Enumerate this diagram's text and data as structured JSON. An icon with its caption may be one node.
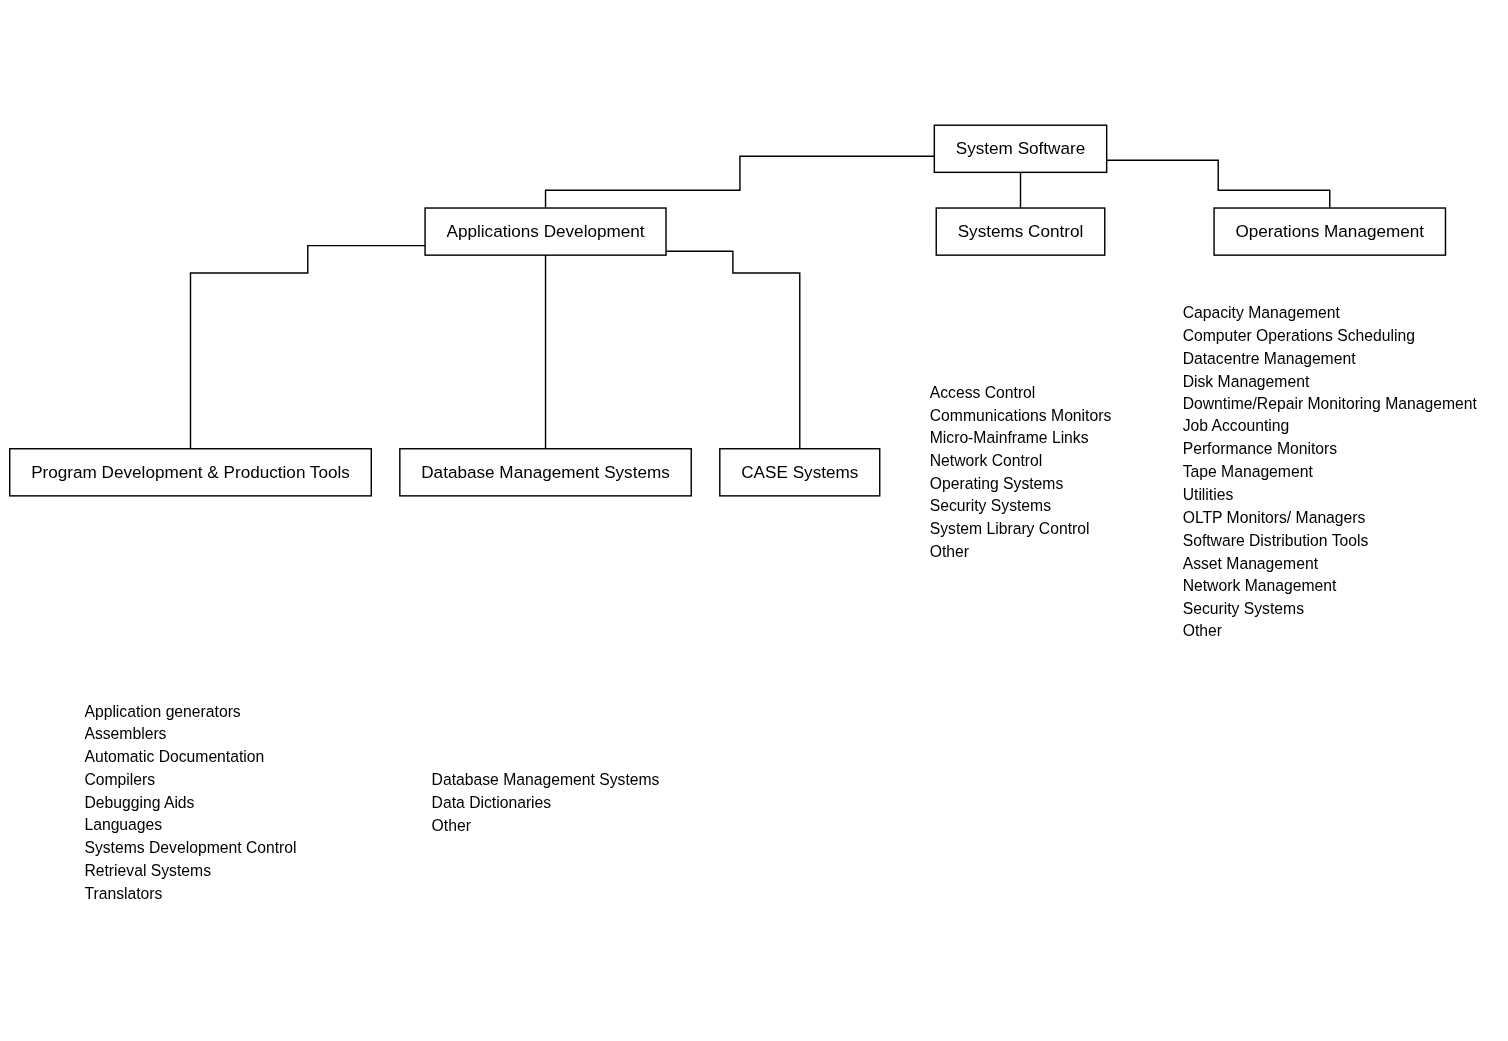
{
  "diagram": {
    "nodes": [
      {
        "text": [
          "System Software"
        ]
      },
      {
        "text": [
          "Systems Control"
        ],
        "beside": [
          "Access Control",
          "Communications Monitors",
          "Micro-Mainframe Links",
          "Network Control",
          "Operating Systems",
          "Security Systems",
          "System Library Control",
          "Other"
        ]
      },
      {
        "text": [
          "Operations Management"
        ],
        "beside": [
          "Capacity Management",
          "Computer Operations Scheduling",
          "Datacentre Management",
          "Disk Management",
          "Downtime/Repair Monitoring Management",
          "Job Accounting",
          "Performance Monitors",
          "Tape Management",
          "Utilities",
          "OLTP Monitors/ Managers",
          "Software Distribution Tools",
          "Asset Management",
          "Network Management",
          "Security Systems",
          "Other"
        ]
      },
      {
        "text": [
          "Applications Development"
        ]
      },
      {
        "text": [
          "Program Development & Production Tools"
        ],
        "beside": [
          "Application generators",
          "Assemblers",
          "Automatic Documentation",
          "Compilers",
          "Debugging Aids",
          "Languages",
          "Systems Development Control",
          "Retrieval Systems",
          "Translators"
        ]
      },
      {
        "text": [
          "Database Management Systems"
        ],
        "beside": [
          "Database Management Systems",
          "Data Dictionaries",
          "Other"
        ]
      },
      {
        "text": [
          "CASE Systems"
        ]
      }
    ],
    "edges": [
      {
        "from": 0,
        "to": 1,
        "arrow": "none"
      },
      {
        "from": 0,
        "to": 2,
        "arrow": "none"
      },
      {
        "from": 0,
        "to": 3,
        "arrow": "none"
      },
      {
        "from": 3,
        "to": 4,
        "arrow": "none"
      },
      {
        "from": 3,
        "to": 5,
        "arrow": "none"
      },
      {
        "from": 3,
        "to": 6,
        "arrow": "none"
      }
    ]
  }
}
